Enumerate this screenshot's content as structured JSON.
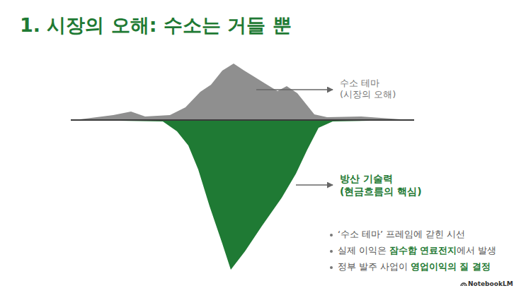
{
  "diagram": {
    "title": "1. 시장의 오해: 수소는 거들 뿐",
    "labels": [
      "수소 테마 (시장의 오해)",
      "방산 기술력 (현금흐름의 핵심)",
      "‘수소 테마’ 프레임에 갇힌 시선",
      "실제 이익은",
      "잠수함 연료전지",
      "에서 발생",
      "정부 발주 사업이",
      "영업이익의 질 결정",
      "NotebookLM"
    ]
  }
}
